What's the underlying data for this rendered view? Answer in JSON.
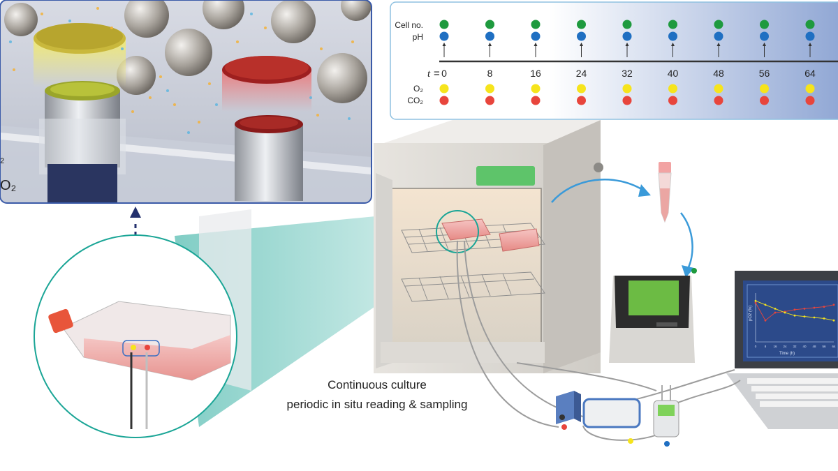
{
  "timeline": {
    "row_labels": {
      "cell_no": "Cell no.",
      "ph": "pH",
      "o2": "O₂",
      "co2": "CO₂"
    },
    "t_label": "t",
    "equals": "=",
    "ticks": [
      "0",
      "8",
      "16",
      "24",
      "32",
      "40",
      "48",
      "56",
      "64"
    ],
    "colors": {
      "cell_no": "#1e9a3e",
      "ph": "#1f6fc2",
      "o2": "#f6e41c",
      "co2": "#e8453c"
    }
  },
  "inset": {
    "partial_labels": [
      "2",
      "O₂"
    ]
  },
  "caption": {
    "line1": "Continuous culture",
    "line2": "periodic in situ reading & sampling"
  },
  "laptop_chart": {
    "x_ticks": [
      "0",
      "8",
      "16",
      "24",
      "32",
      "40",
      "48",
      "56",
      "64"
    ],
    "xlabel": "Time (h)",
    "ylabel": "pO2 (%)",
    "series": [
      {
        "color": "#e8453c",
        "values": [
          40,
          22,
          30,
          31,
          33,
          34,
          35,
          36,
          38
        ]
      },
      {
        "color": "#f6e41c",
        "values": [
          42,
          38,
          34,
          30,
          27,
          26,
          25,
          24,
          22
        ]
      }
    ]
  },
  "sensor_dots": {
    "colors": [
      "#e8453c",
      "#f6e41c",
      "#1f6fc2",
      "#1e9a3e"
    ]
  }
}
